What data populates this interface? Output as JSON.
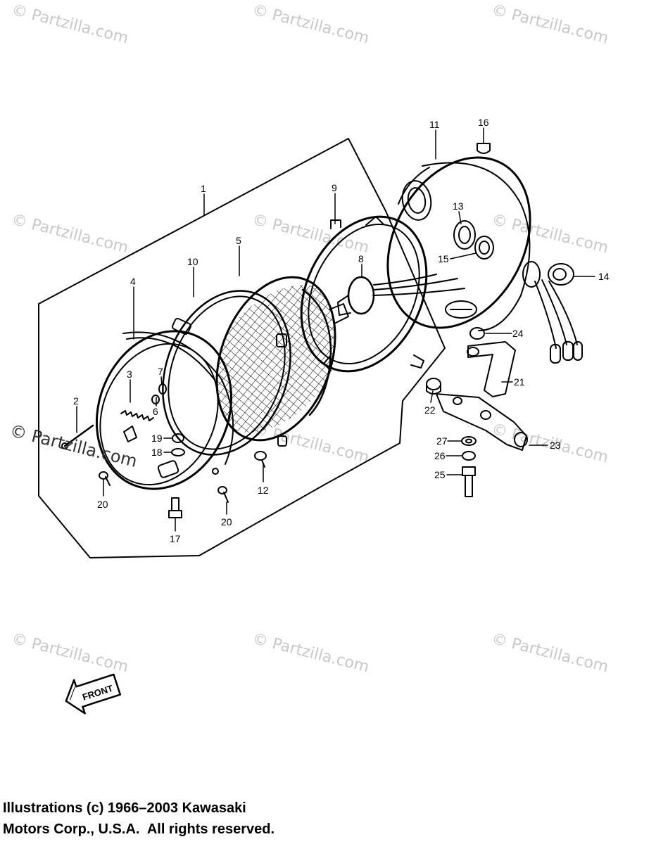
{
  "watermarks": [
    "© Partzilla.com",
    "© Partzilla.com",
    "© Partzilla.com",
    "© Partzilla.com",
    "© Partzilla.com",
    "© Partzilla.com",
    "© Partzilla.com",
    "© Partzilla.com",
    "© Partzilla.com",
    "© Partzilla.com",
    "© Partzilla.com"
  ],
  "callouts": {
    "c1": "1",
    "c2": "2",
    "c3": "3",
    "c4": "4",
    "c5": "5",
    "c6": "6",
    "c7": "7",
    "c8": "8",
    "c9": "9",
    "c10": "10",
    "c11": "11",
    "c12": "12",
    "c13": "13",
    "c14": "14",
    "c15": "15",
    "c16": "16",
    "c17": "17",
    "c18": "18",
    "c19": "19",
    "c20a": "20",
    "c20b": "20",
    "c21": "21",
    "c22": "22",
    "c23": "23",
    "c24": "24",
    "c25": "25",
    "c26": "26",
    "c27": "27"
  },
  "front_arrow": {
    "label": "FRONT"
  },
  "copyright": {
    "line1": "Illustrations (c) 1966–2003 Kawasaki",
    "line2": "Motors Corp., U.S.A.  All rights reserved."
  }
}
